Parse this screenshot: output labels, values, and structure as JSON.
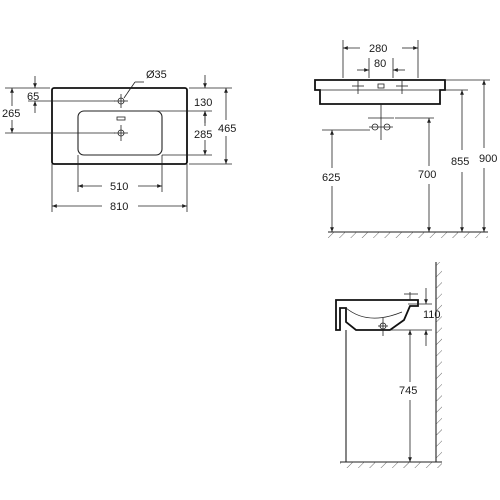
{
  "top_view": {
    "hole_diameter": "Ø35",
    "dims": {
      "d65": "65",
      "d265": "265",
      "d130": "130",
      "d285": "285",
      "d465": "465",
      "d510": "510",
      "d810": "810"
    }
  },
  "front_view": {
    "dims": {
      "d280": "280",
      "d80": "80",
      "d625": "625",
      "d700": "700",
      "d855": "855",
      "d900": "900"
    }
  },
  "side_view": {
    "dims": {
      "d110": "110",
      "d745": "745"
    }
  }
}
